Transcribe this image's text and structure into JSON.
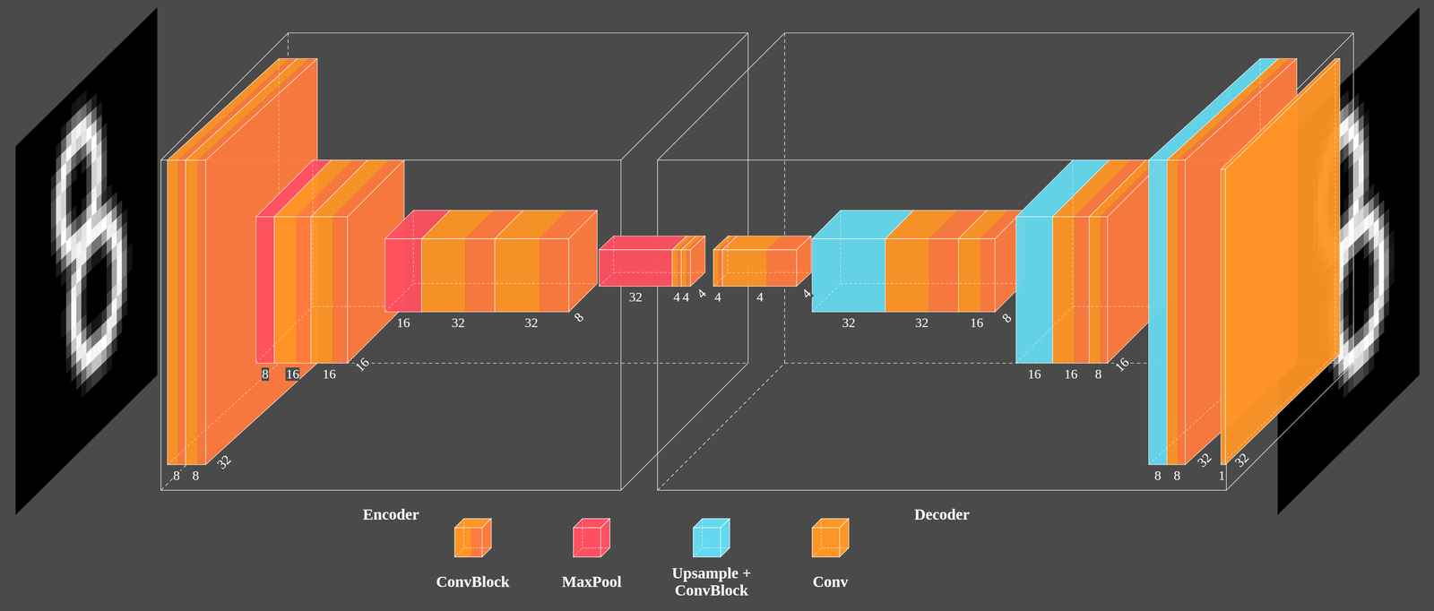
{
  "diagram": {
    "nodes": [
      {
        "text": [
          "Encoder"
        ]
      },
      {
        "text": [
          "Decoder"
        ]
      }
    ],
    "labels": [
      "8",
      "8",
      "32",
      "8",
      "16",
      "16",
      "16",
      "16",
      "32",
      "32",
      "8",
      "32",
      "4",
      "4",
      "4",
      "4",
      "4",
      "4",
      "32",
      "32",
      "16",
      "8",
      "16",
      "16",
      "8",
      "16",
      "8",
      "8",
      "32",
      "1",
      "32"
    ],
    "legend": [
      {
        "text": "ConvBlock",
        "color": "#ff9526"
      },
      {
        "text": "MaxPool",
        "color": "#ff5060"
      },
      {
        "text": "Upsample + ConvBlock",
        "color": "#64d8ee"
      },
      {
        "text": "Conv",
        "color": "#ff9526"
      }
    ]
  }
}
